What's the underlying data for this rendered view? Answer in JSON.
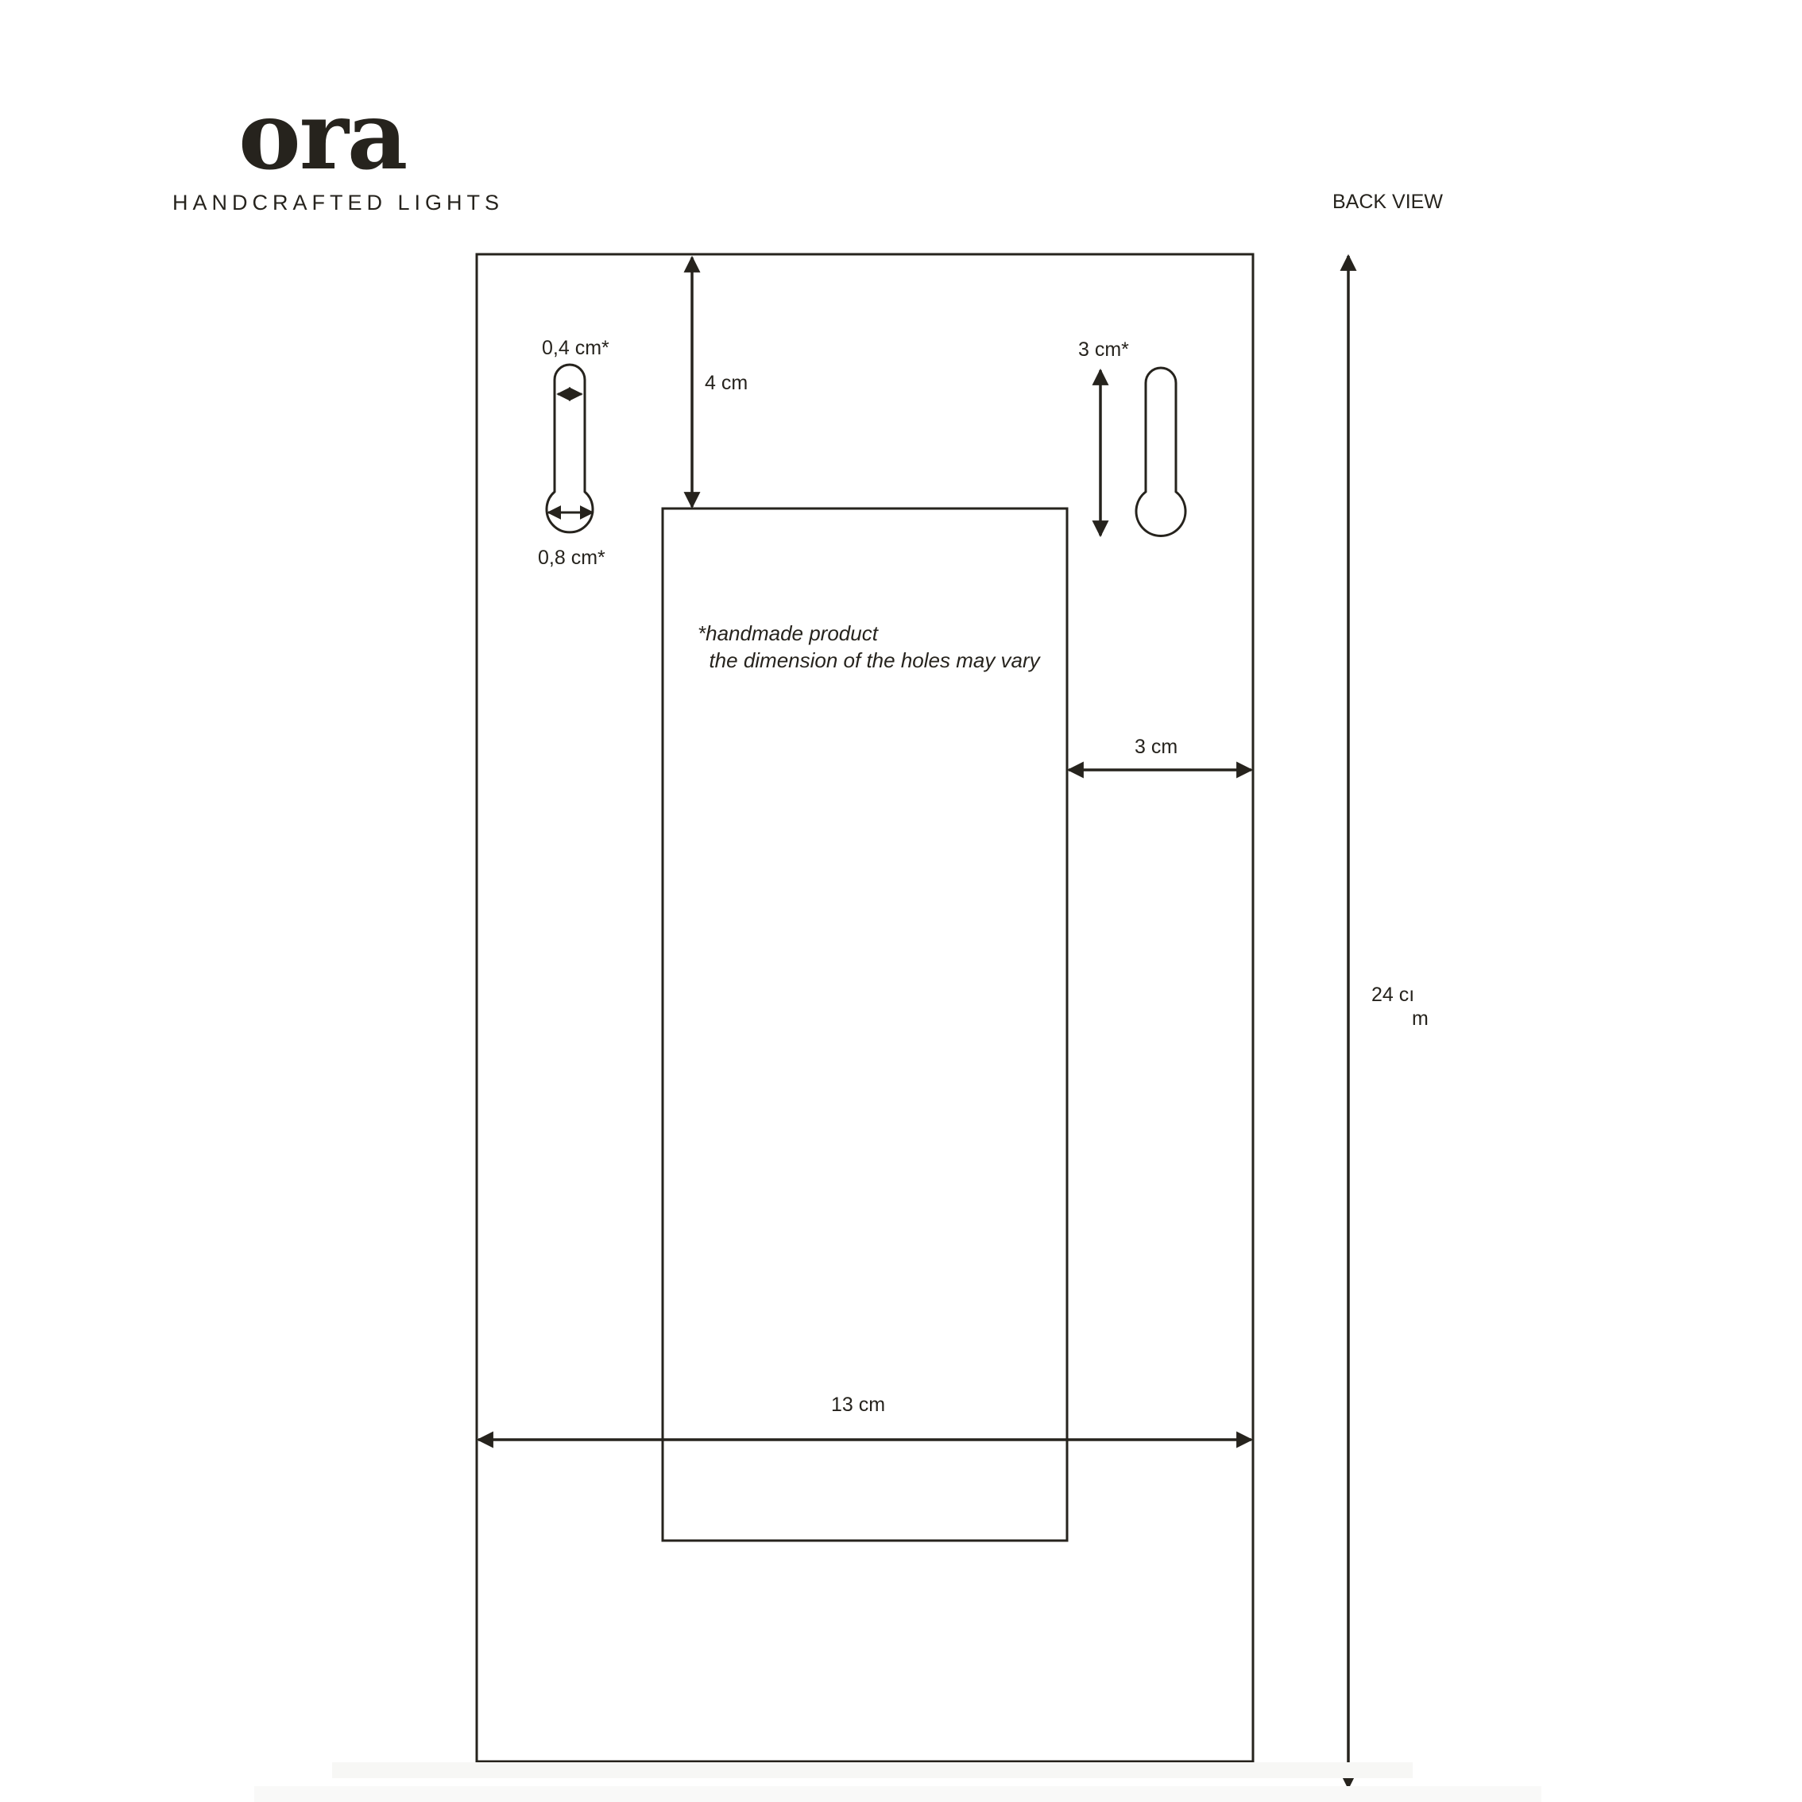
{
  "brand": {
    "logo_text": "ora",
    "tagline": "HANDCRAFTED LIGHTS"
  },
  "view_label": "BACK VIEW",
  "dimensions": {
    "slot_width": "0,4 cm*",
    "slot_head_diameter": "0,8 cm*",
    "top_to_inner": "4 cm",
    "slot_length": "3 cm*",
    "side_margin": "3 cm",
    "total_width": "13 cm",
    "total_height_line1": "24 cı",
    "total_height_line2": "m"
  },
  "note": {
    "line1": "*handmade product",
    "line2": "  the dimension of the holes may vary"
  },
  "colors": {
    "ink": "#26231d",
    "background": "#ffffff"
  }
}
